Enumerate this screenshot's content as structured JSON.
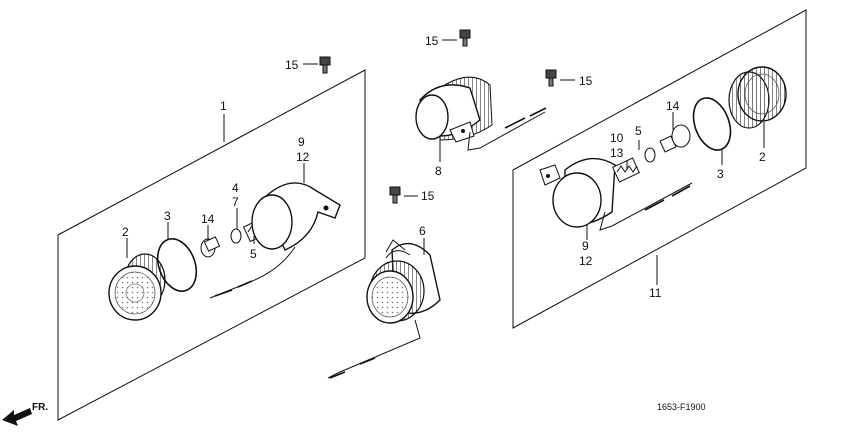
{
  "callouts": {
    "c1": "1",
    "c2a": "2",
    "c3a": "3",
    "c14a": "14",
    "c4": "4",
    "c7": "7",
    "c5a": "5",
    "c9a": "9",
    "c12a": "12",
    "c15a": "15",
    "c15b": "15",
    "c15c": "15",
    "c15d": "15",
    "c8": "8",
    "c6": "6",
    "c10": "10",
    "c13": "13",
    "c5b": "5",
    "c14b": "14",
    "c9b": "9",
    "c12b": "12",
    "c3b": "3",
    "c2b": "2",
    "c11": "11"
  },
  "direction_label": "FR.",
  "figure_code": "1653-F1900"
}
